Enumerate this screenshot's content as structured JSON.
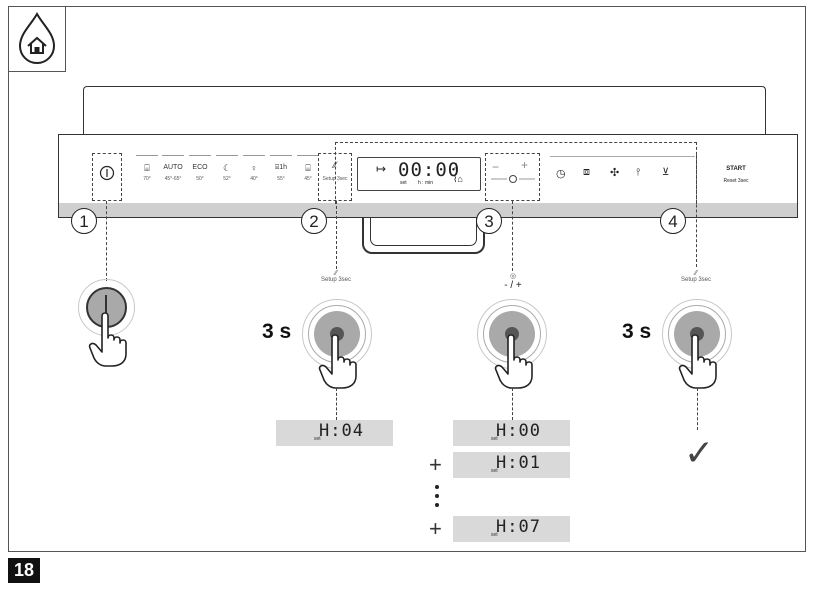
{
  "step_numbers": [
    "1",
    "2",
    "3",
    "4"
  ],
  "control_panel": {
    "programs": [
      {
        "icon": "pots-icon",
        "glyph": "⌸",
        "temp": "70°"
      },
      {
        "icon": "auto-icon",
        "glyph": "AUTO",
        "temp": "45°-65°"
      },
      {
        "icon": "eco-icon",
        "glyph": "ECO",
        "temp": "50°"
      },
      {
        "icon": "moon-icon",
        "glyph": "☾",
        "temp": "52°"
      },
      {
        "icon": "glass-icon",
        "glyph": "♀",
        "temp": "40°"
      },
      {
        "icon": "one-hour-icon",
        "glyph": "⌸1h",
        "temp": "55°"
      },
      {
        "icon": "rinse-icon",
        "glyph": "⌸",
        "temp": "45°"
      }
    ],
    "setup_label": "Setup 3sec",
    "display": {
      "time": "00:00",
      "set_label": "set",
      "unit_label": "h : min"
    },
    "minus": "−",
    "plus": "+",
    "option_icons": [
      "timer-icon",
      "half-load-icon",
      "extra-hygiene-icon",
      "extra-dry-icon",
      "rinse-aid-icon"
    ],
    "start_label": "START",
    "reset_label": "Reset 3sec"
  },
  "sub_labels": {
    "setup_under_2": "Setup 3sec",
    "minus_plus": "- / +",
    "setup_under_4": "Setup 3sec"
  },
  "press_duration_left": "3 s",
  "press_duration_right": "3 s",
  "lcd_readouts": [
    {
      "value": "H:04",
      "set": "set"
    },
    {
      "value": "H:00",
      "set": "set"
    },
    {
      "value": "H:01",
      "set": "set"
    },
    {
      "value": "H:07",
      "set": "set"
    }
  ],
  "plus_signs": [
    "+",
    "+"
  ],
  "checkmark": "✓",
  "page_number": "18"
}
